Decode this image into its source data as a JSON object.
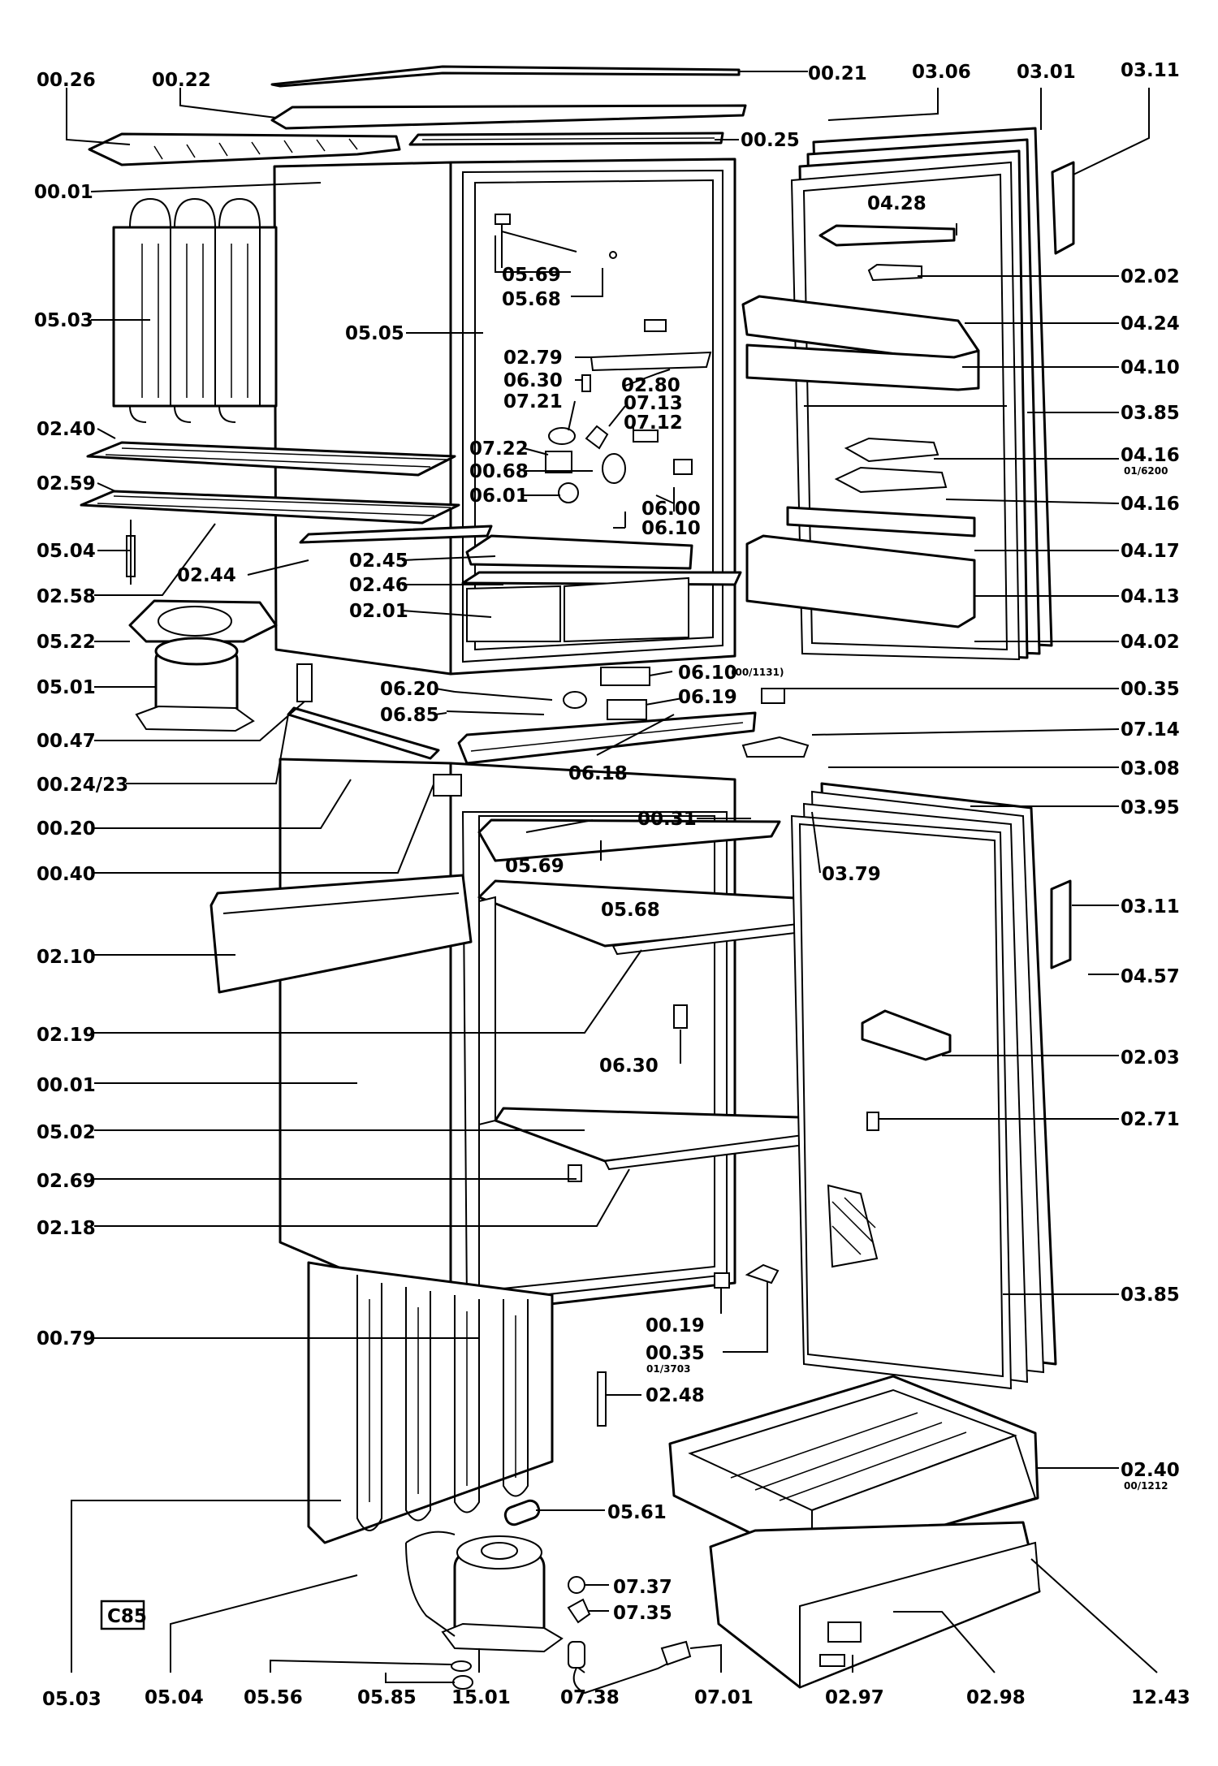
{
  "labels": {
    "l_00_26": "00.26",
    "l_00_22": "00.22",
    "l_00_21": "00.21",
    "l_03_06": "03.06",
    "l_03_01": "03.01",
    "l_03_11_top": "03.11",
    "l_00_25": "00.25",
    "l_00_01_top": "00.01",
    "l_04_28": "04.28",
    "l_02_02": "02.02",
    "l_05_69_top": "05.69",
    "l_05_68_top": "05.68",
    "l_05_03_top": "05.03",
    "l_05_05": "05.05",
    "l_04_24": "04.24",
    "l_02_79": "02.79",
    "l_04_10": "04.10",
    "l_06_30_top": "06.30",
    "l_02_80": "02.80",
    "l_07_21": "07.21",
    "l_07_13": "07.13",
    "l_03_85_top": "03.85",
    "l_07_12": "07.12",
    "l_02_40_top": "02.40",
    "l_07_22": "07.22",
    "l_04_16a": "04.16",
    "l_04_16a_sub": "01/6200",
    "l_00_68": "00.68",
    "l_02_59": "02.59",
    "l_06_01": "06.01",
    "l_04_16b": "04.16",
    "l_06_00": "06.00",
    "l_06_10_mid": "06.10",
    "l_05_04_top": "05.04",
    "l_04_17": "04.17",
    "l_02_45": "02.45",
    "l_02_58": "02.58",
    "l_02_44": "02.44",
    "l_02_46": "02.46",
    "l_04_13": "04.13",
    "l_02_01": "02.01",
    "l_05_22": "05.22",
    "l_04_02": "04.02",
    "l_06_10_b": "06.10",
    "l_06_10_b_sub": "(00/1131)",
    "l_05_01": "05.01",
    "l_06_20": "06.20",
    "l_06_19": "06.19",
    "l_00_35_top": "00.35",
    "l_06_85": "06.85",
    "l_00_47": "00.47",
    "l_07_14": "07.14",
    "l_06_18": "06.18",
    "l_00_24_23": "00.24/23",
    "l_03_08": "03.08",
    "l_00_31": "00.31",
    "l_00_20": "00.20",
    "l_03_95": "03.95",
    "l_05_69_b": "05.69",
    "l_03_79": "03.79",
    "l_00_40": "00.40",
    "l_05_68_b": "05.68",
    "l_03_11_b": "03.11",
    "l_02_10": "02.10",
    "l_04_57": "04.57",
    "l_02_19": "02.19",
    "l_02_03": "02.03",
    "l_06_30_b": "06.30",
    "l_00_01_b": "00.01",
    "l_02_71": "02.71",
    "l_05_02": "05.02",
    "l_02_69": "02.69",
    "l_02_18": "02.18",
    "l_03_85_b": "03.85",
    "l_00_19": "00.19",
    "l_00_79": "00.79",
    "l_00_35_b": "00.35",
    "l_00_35_b_sub": "01/3703",
    "l_02_48": "02.48",
    "l_02_40_b": "02.40",
    "l_02_40_b_sub": "00/1212",
    "l_05_61": "05.61",
    "l_07_37": "07.37",
    "l_07_35": "07.35",
    "l_05_03_b": "05.03",
    "l_05_04_b": "05.04",
    "l_05_56": "05.56",
    "l_05_85": "05.85",
    "l_15_01": "15.01",
    "l_07_38": "07.38",
    "l_07_01": "07.01",
    "l_02_97": "02.97",
    "l_02_98": "02.98",
    "l_12_43": "12.43"
  },
  "model_code": "C85"
}
